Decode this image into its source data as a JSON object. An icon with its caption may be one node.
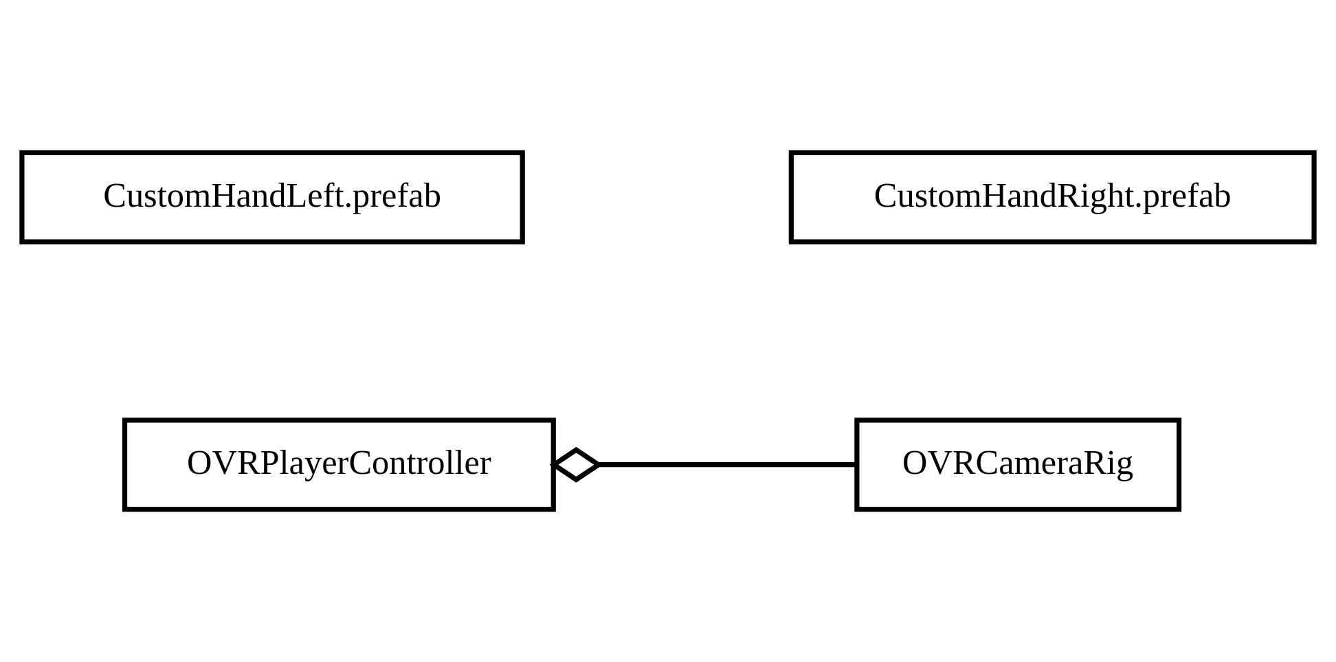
{
  "diagram": {
    "nodes": [
      {
        "text": [
          "CustomHandLeft.prefab"
        ]
      },
      {
        "text": [
          "CustomHandRight.prefab"
        ]
      },
      {
        "text": [
          "OVRPlayerController"
        ]
      },
      {
        "text": [
          "OVRCameraRig"
        ]
      }
    ],
    "edges": [
      {
        "from": 2,
        "to": 3,
        "arrow": "other"
      }
    ]
  }
}
